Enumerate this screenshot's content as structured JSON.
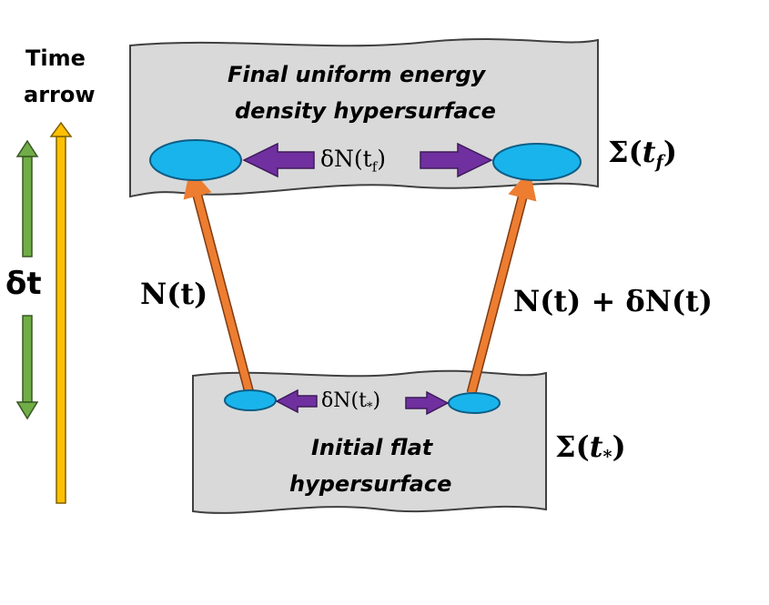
{
  "time_arrow": {
    "line1": "Time",
    "line2": "arrow",
    "delta_t": "δt"
  },
  "final_surface": {
    "line1": "Final  uniform  energy",
    "line2": "density  hypersurface",
    "sigma": "Σ(",
    "sigma_var": "t",
    "sigma_sub": "f",
    "sigma_close": ")",
    "dn_prefix": "δN(t",
    "dn_sub": "f",
    "dn_close": ")"
  },
  "initial_surface": {
    "line1": "Initial flat",
    "line2": "hypersurface",
    "sigma": "Σ(",
    "sigma_var": "t",
    "sigma_sub": "*",
    "sigma_close": ")",
    "dn_prefix": "δN(t",
    "dn_sub": "*",
    "dn_close": ")"
  },
  "paths": {
    "left": "N(t)",
    "right": "N(t) + δN(t)"
  },
  "colors": {
    "surface_fill": "#d9d9d9",
    "surface_stroke": "#404040",
    "region_fill": "#1ab4ec",
    "region_stroke": "#0d5e86",
    "purple_arrow": "#7030a0",
    "orange_arrow": "#ed7d31",
    "green_arrow": "#70ad47",
    "yellow_arrow": "#ffc000"
  }
}
